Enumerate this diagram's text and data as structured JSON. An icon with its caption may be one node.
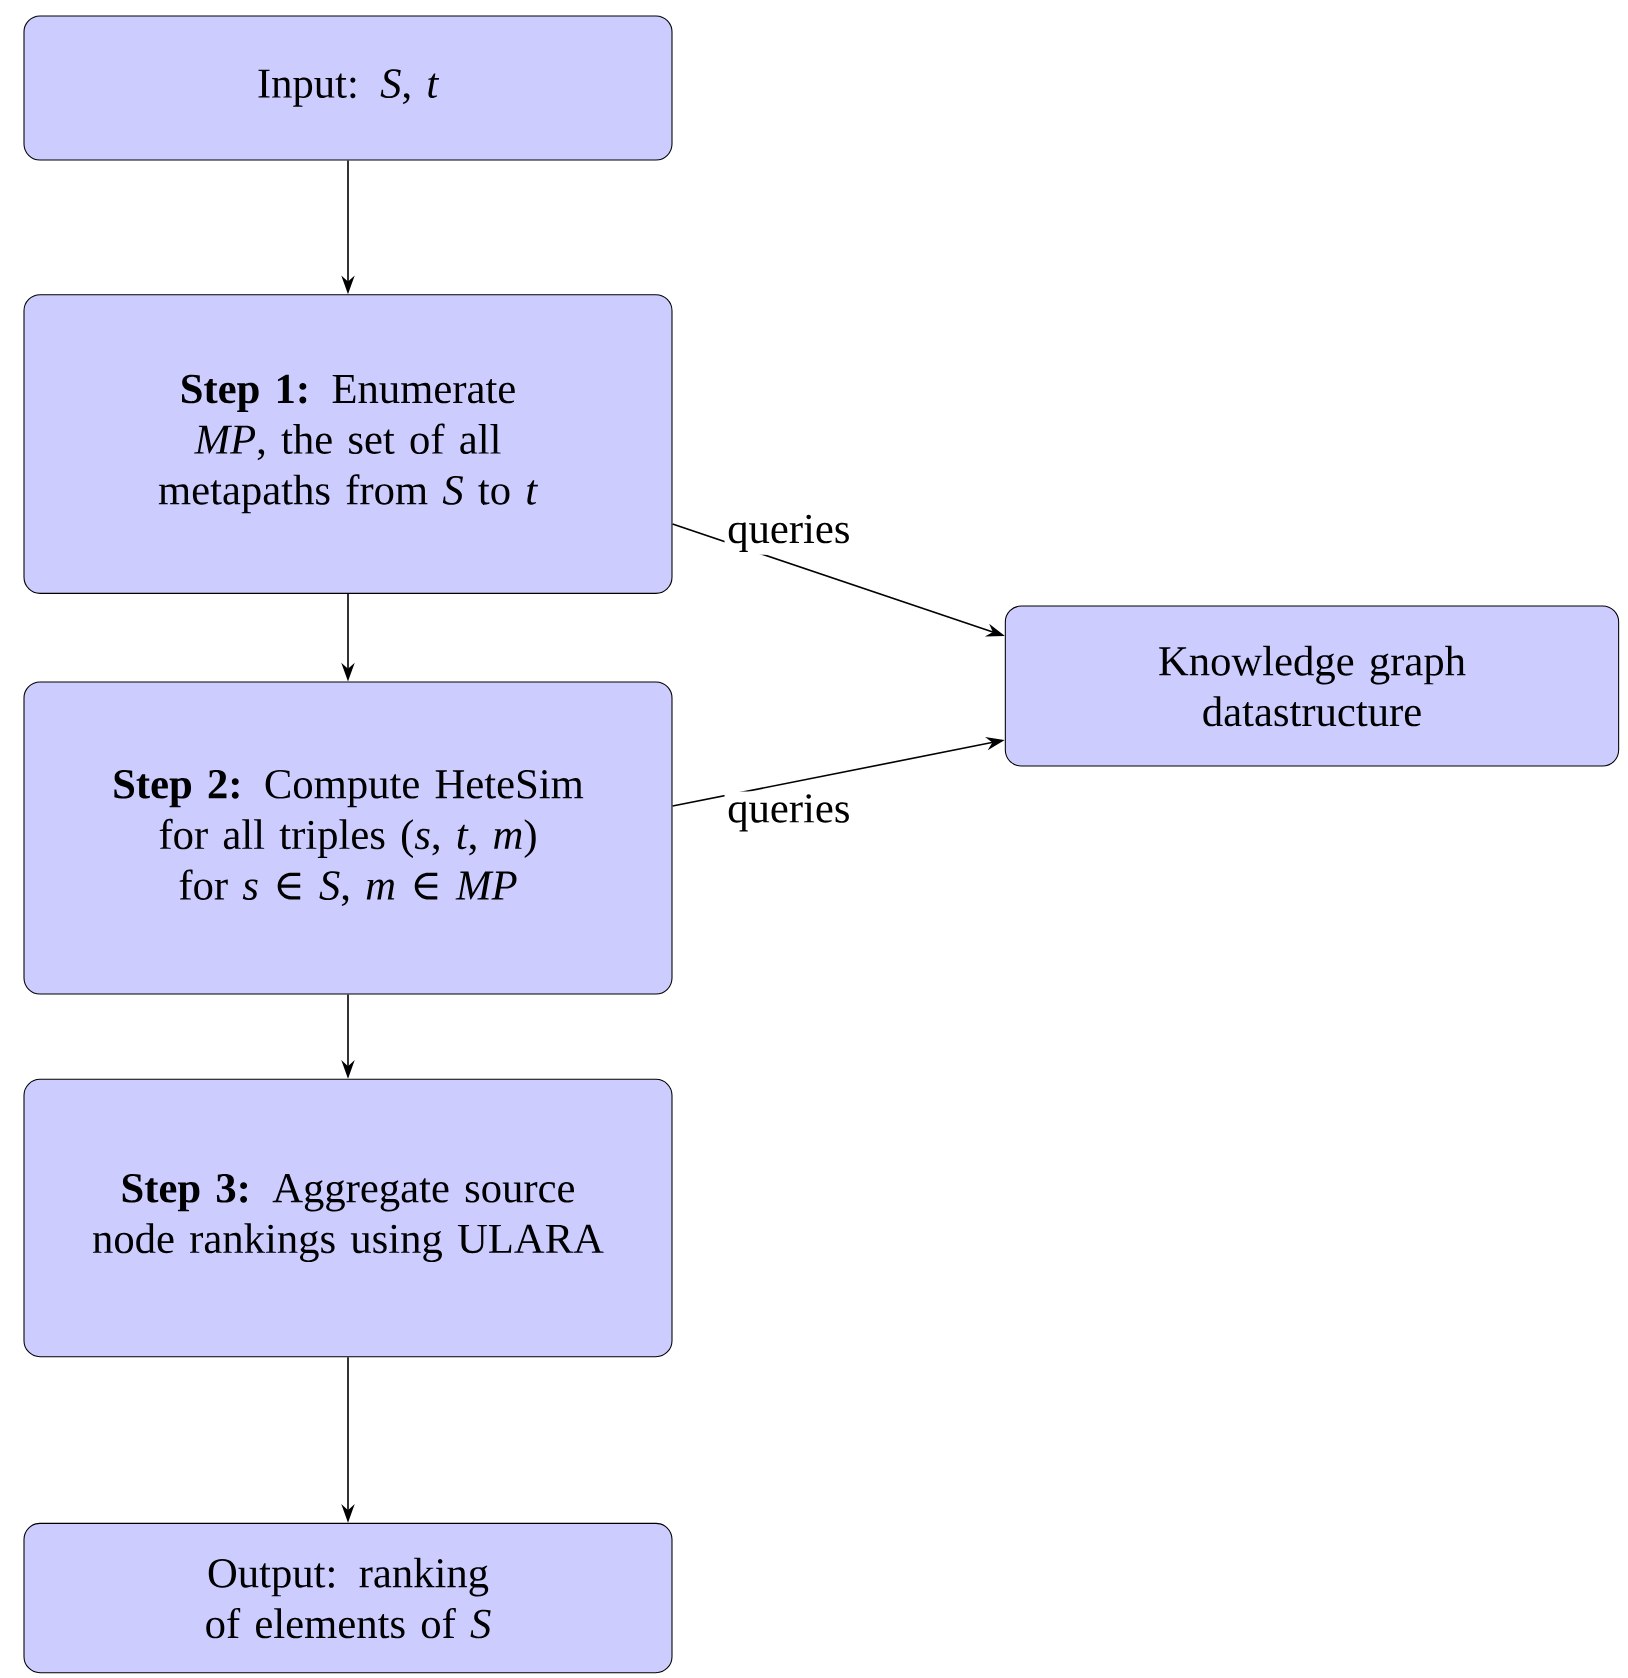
{
  "diagram": {
    "nodes": [
      {
        "text": [
          "Input: *S*, *t*"
        ]
      },
      {
        "text": [
          "**Step 1:** Enumerate *MP*, the set of all metapaths from *S* to *t*"
        ]
      },
      {
        "text": [
          "**Step 2:** Compute HeteSim for all triples (*s*, *t*, *m*) for *s* ∈ *S*, *m* ∈ *MP*"
        ]
      },
      {
        "text": [
          "**Step 3:** Aggregate source node rankings using ULARA"
        ]
      },
      {
        "text": [
          "Output: ranking of elements of *S*"
        ]
      },
      {
        "text": [
          "Knowledge graph datastructure"
        ]
      }
    ],
    "edges": [
      {
        "from": 0,
        "to": 1,
        "arrow": "to"
      },
      {
        "from": 1,
        "to": 2,
        "arrow": "to"
      },
      {
        "from": 2,
        "to": 3,
        "arrow": "to"
      },
      {
        "from": 3,
        "to": 4,
        "arrow": "to"
      },
      {
        "from": 1,
        "to": 5,
        "arrow": "to",
        "label": "queries"
      },
      {
        "from": 2,
        "to": 5,
        "arrow": "to",
        "label": "queries"
      }
    ]
  }
}
